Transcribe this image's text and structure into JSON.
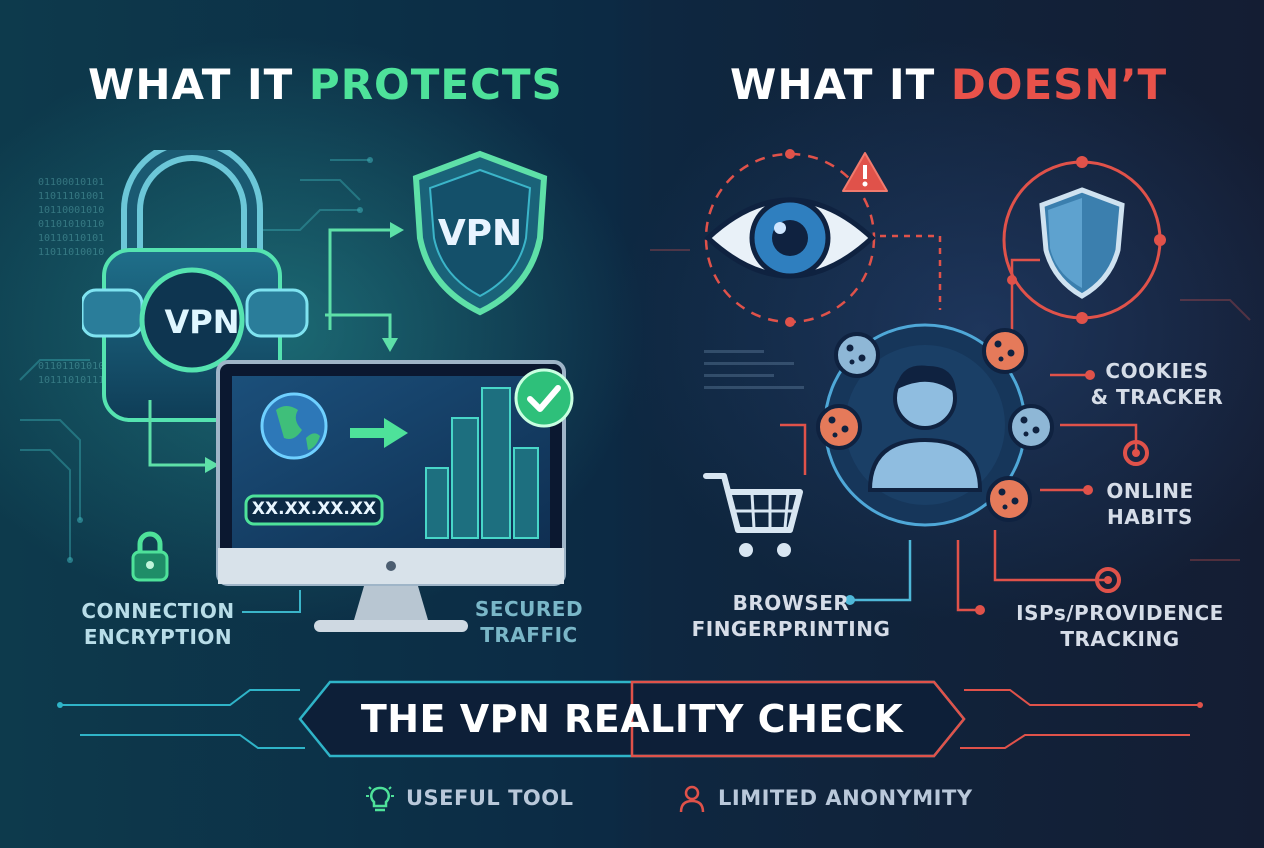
{
  "left_panel": {
    "title_prefix": "WHAT IT ",
    "title_highlight": "PROTECTS",
    "lock_badge": "VPN",
    "shield_badge": "VPN",
    "ip_address": "XX.XX.XX.XX",
    "label_connection_line1": "CONNECTION",
    "label_connection_line2": "ENCRYPTION",
    "label_traffic_line1": "SECURED",
    "label_traffic_line2": "TRAFFIC",
    "binary_lines": [
      "01100010101",
      "11011101001",
      "10110001010",
      "01101010110",
      "10110110101",
      "11011010010",
      "01101101010",
      "10111010111"
    ]
  },
  "right_panel": {
    "title_prefix": "WHAT IT ",
    "title_highlight": "DOESN’T",
    "label_cookies_line1": "COOKIES",
    "label_cookies_line2": "& TRACKER",
    "label_habits_line1": "ONLINE",
    "label_habits_line2": "HABITS",
    "label_browser_line1": "BROWSER",
    "label_browser_line2": "FINGERPRINTING",
    "label_isp_line1": "ISPs/PROVIDENCE",
    "label_isp_line2": "TRACKING"
  },
  "banner": {
    "title": "THE VPN REALITY CHECK"
  },
  "footer": {
    "left": "USEFUL TOOL",
    "right": "LIMITED ANONYMITY"
  },
  "colors": {
    "protect_accent": "#4ee29a",
    "doesnt_accent": "#e8524a",
    "background_left": "#0d3a4c",
    "background_right": "#141d33"
  },
  "icons": [
    "padlock-icon",
    "shield-icon",
    "monitor-icon",
    "globe-icon",
    "arrow-right-icon",
    "city-buildings-icon",
    "checkmark-icon",
    "small-padlock-icon",
    "eye-icon",
    "warning-icon",
    "red-shield-icon",
    "user-avatar-icon",
    "cookie-icon",
    "shopping-cart-icon",
    "lightbulb-icon",
    "person-icon"
  ]
}
